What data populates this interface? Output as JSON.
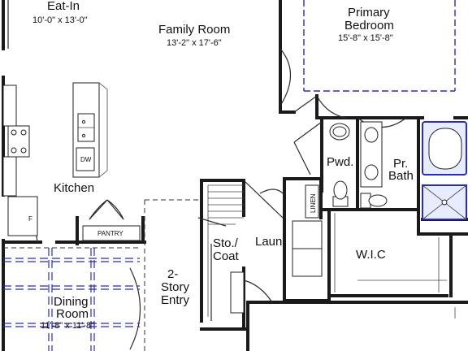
{
  "rooms": {
    "eat_in": {
      "name": "Eat-In",
      "dim": "10'-0\" x 13'-0\""
    },
    "family_room": {
      "name": "Family Room",
      "dim": "13'-2\" x 17'-6\""
    },
    "primary_bedroom": {
      "name_line1": "Primary",
      "name_line2": "Bedroom",
      "dim": "15'-8\" x 15'-8\""
    },
    "kitchen": {
      "name": "Kitchen"
    },
    "powder": {
      "name": "Pwd."
    },
    "primary_bath": {
      "name_line1": "Pr.",
      "name_line2": "Bath"
    },
    "laundry": {
      "name": "Laun."
    },
    "storage_coat": {
      "name_line1": "Sto./",
      "name_line2": "Coat"
    },
    "wic": {
      "name": "W.I.C"
    },
    "entry": {
      "name_line1": "2-",
      "name_line2": "Story",
      "name_line3": "Entry"
    },
    "dining_room": {
      "name_line1": "Dining",
      "name_line2": "Room",
      "dim": "11'-8\" x 11'-8\""
    }
  },
  "fixtures": {
    "dishwasher": "DW",
    "fridge": "F",
    "pantry": "PANTRY",
    "linen": "LINEN"
  }
}
